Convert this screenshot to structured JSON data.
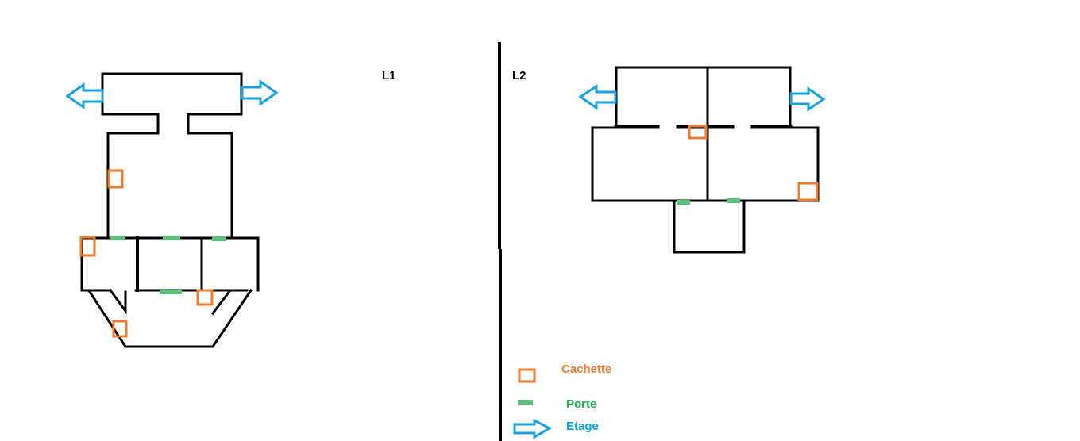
{
  "levels": {
    "l1": "L1",
    "l2": "L2"
  },
  "legend": {
    "cachette": {
      "label": "Cachette",
      "color": "#ed7d31"
    },
    "porte": {
      "label": "Porte",
      "color": "#22b14c"
    },
    "etage": {
      "label": "Etage",
      "color": "#00a2e8"
    }
  },
  "colors": {
    "wall": "#000000",
    "door": "#5ac17a",
    "hide": "#ed7d31",
    "arrow": "#1ba1e2"
  }
}
